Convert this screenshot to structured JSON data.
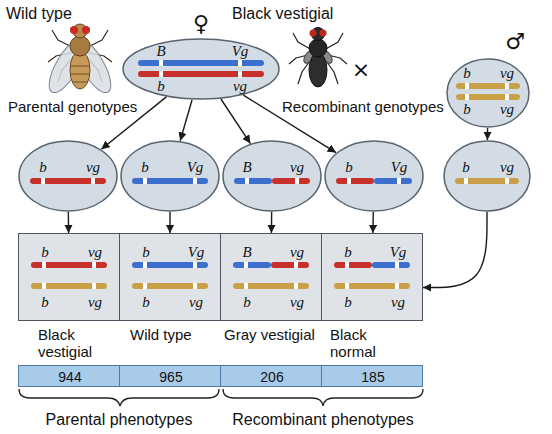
{
  "diagram": {
    "nodes": [
      {
        "text": [
          "B",
          "Vg",
          "b",
          "vg"
        ]
      },
      {
        "text": [
          "b",
          "vg",
          "b",
          "vg"
        ]
      },
      {
        "text": [
          "b",
          "vg"
        ]
      },
      {
        "text": [
          "b",
          "Vg"
        ]
      },
      {
        "text": [
          "B",
          "vg"
        ]
      },
      {
        "text": [
          "b",
          "Vg"
        ]
      },
      {
        "text": [
          "b",
          "vg"
        ]
      },
      {
        "text": [
          "b",
          "vg",
          "b",
          "vg"
        ]
      },
      {
        "text": [
          "b",
          "Vg",
          "b",
          "vg"
        ]
      },
      {
        "text": [
          "B",
          "vg",
          "b",
          "vg"
        ]
      },
      {
        "text": [
          "b",
          "Vg",
          "b",
          "vg"
        ]
      },
      {
        "text": [
          "944"
        ]
      },
      {
        "text": [
          "965"
        ]
      },
      {
        "text": [
          "206"
        ]
      },
      {
        "text": [
          "185"
        ]
      }
    ],
    "edges": [
      {
        "from": 0,
        "to": 2,
        "arrow": "to"
      },
      {
        "from": 0,
        "to": 3,
        "arrow": "to"
      },
      {
        "from": 0,
        "to": 4,
        "arrow": "to"
      },
      {
        "from": 0,
        "to": 5,
        "arrow": "to"
      },
      {
        "from": 1,
        "to": 6,
        "arrow": "to"
      },
      {
        "from": 2,
        "to": 7,
        "arrow": "to"
      },
      {
        "from": 3,
        "to": 8,
        "arrow": "to"
      },
      {
        "from": 4,
        "to": 9,
        "arrow": "to"
      },
      {
        "from": 5,
        "to": 10,
        "arrow": "to"
      },
      {
        "from": 6,
        "to": 10,
        "arrow": "to"
      }
    ],
    "labels": [
      "Wild type",
      "Black vestigial",
      "♀",
      "×",
      "♂",
      "Parental genotypes",
      "Recombinant genotypes",
      "Black vestigial",
      "Wild type",
      "Gray vestigial",
      "Black normal",
      "Parental phenotypes",
      "Recombinant phenotypes"
    ]
  }
}
